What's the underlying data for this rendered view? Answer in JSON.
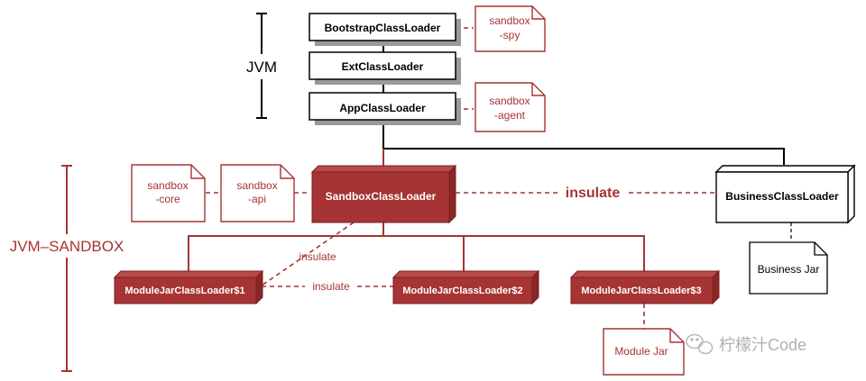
{
  "jvm": {
    "label": "JVM",
    "bootstrap": "BootstrapClassLoader",
    "ext": "ExtClassLoader",
    "app": "AppClassLoader",
    "spy_note": [
      "sandbox",
      "-spy"
    ],
    "agent_note": [
      "sandbox",
      "-agent"
    ]
  },
  "sandbox": {
    "label": "JVM–SANDBOX",
    "loader": "SandboxClassLoader",
    "core_note": [
      "sandbox",
      "-core"
    ],
    "api_note": [
      "sandbox",
      "-api"
    ],
    "insulate_main": "insulate",
    "insulate_diag": "insulate",
    "insulate_modules": "insulate",
    "module1": "ModuleJarClassLoader$1",
    "module2": "ModuleJarClassLoader$2",
    "module3": "ModuleJarClassLoader$3",
    "module_jar": "Module Jar"
  },
  "business": {
    "loader": "BusinessClassLoader",
    "jar": "Business Jar"
  },
  "watermark": {
    "text": "柠檬汁Code"
  },
  "colors": {
    "accent": "#a63434",
    "black": "#000000",
    "gray_shadow": "#9a9a9a"
  }
}
